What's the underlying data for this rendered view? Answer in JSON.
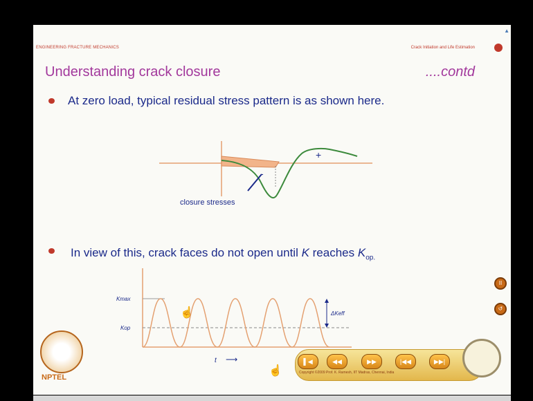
{
  "header": {
    "course": "ENGINEERING FRACTURE MECHANICS",
    "topic": "Crack Initiation and Life Estimation"
  },
  "slide": {
    "title": "Understanding crack closure",
    "contd": "....contd",
    "bullet1": "At zero load, typical residual stress pattern is as shown here.",
    "bullet2_pre": "In view of this, crack faces do not open until ",
    "bullet2_k": "K",
    "bullet2_mid": " reaches ",
    "bullet2_kop": "K",
    "bullet2_kop_sub": "op."
  },
  "figure1": {
    "plus_label": "+",
    "minus_label": "-",
    "annotation": "closure stresses"
  },
  "figure2": {
    "kmax_label": "Kmax",
    "kop_label": "Kop",
    "delta_label": "ΔKeff",
    "time_label": "t",
    "arrow": "⟶"
  },
  "branding": {
    "nptel": "NPTEL",
    "copyright": "Copyright ©2009 Prof. K. Ramesh, IIT Madras, Chennai, India"
  },
  "controls": {
    "icons": [
      "rewind-start-icon",
      "rewind-icon",
      "forward-icon",
      "skip-back-icon",
      "skip-forward-icon"
    ]
  },
  "colors": {
    "title": "#a2389c",
    "body_text": "#1b2a8a",
    "accent": "#c0392b",
    "curve_green": "#3c8a3c",
    "wave_orange": "#e4a070"
  }
}
